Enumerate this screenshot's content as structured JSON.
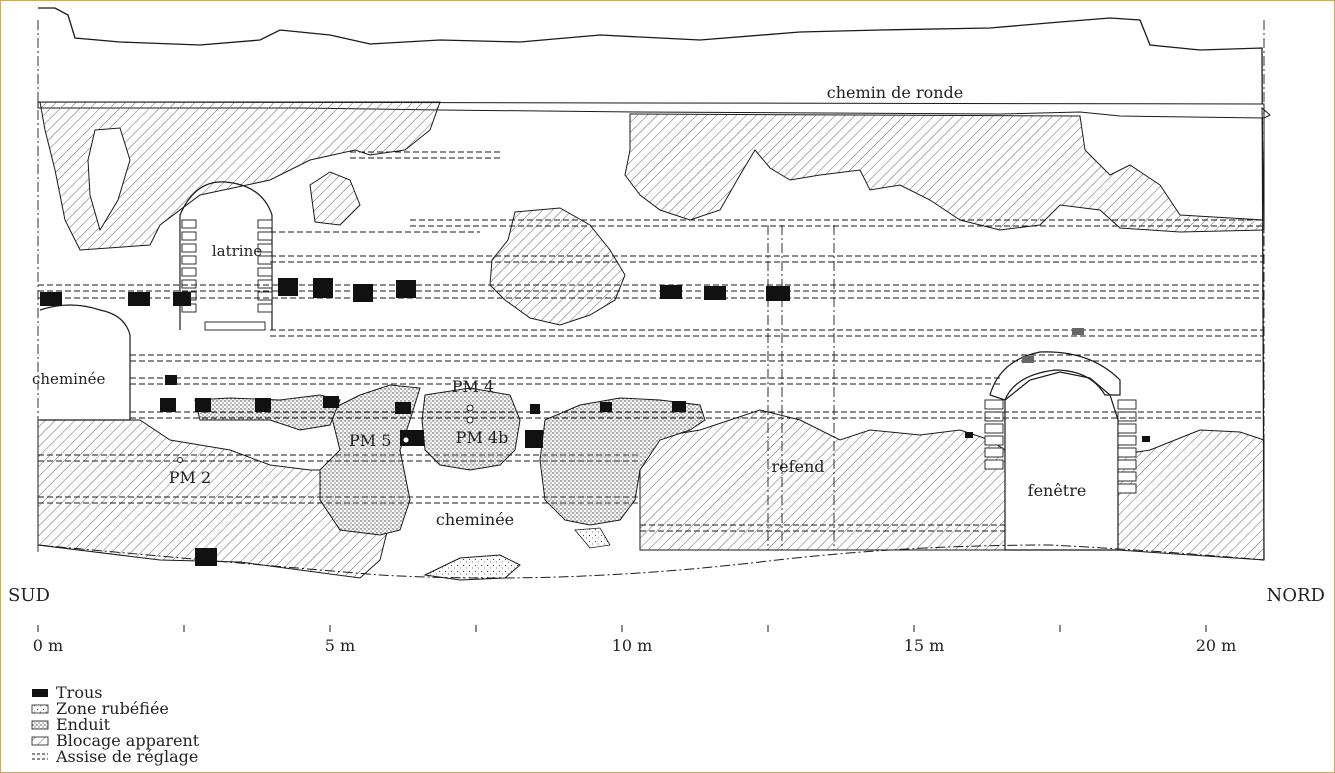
{
  "colors": {
    "frame": "#c9a96b",
    "ink": "#1a1a1a",
    "hatch": "#555555",
    "stipple": "#444444",
    "background": "#ffffff"
  },
  "labels": {
    "chemin_de_ronde": "chemin de ronde",
    "latrine": "latrine",
    "cheminee_left": "cheminée",
    "pm4": "PM 4",
    "pm4b": "PM 4b",
    "pm5": "PM 5",
    "pm2": "PM 2",
    "cheminee_center": "cheminée",
    "refend": "refend",
    "fenetre": "fenêtre"
  },
  "orientation": {
    "left": "SUD",
    "right": "NORD"
  },
  "scale": {
    "ticks": [
      "0 m",
      "5 m",
      "10 m",
      "15 m",
      "20 m"
    ]
  },
  "legend": {
    "items": [
      {
        "label": "Trous",
        "swatch": "solid"
      },
      {
        "label": "Zone rubéfiée",
        "swatch": "dots-light"
      },
      {
        "label": "Enduit",
        "swatch": "dots-dense"
      },
      {
        "label": "Blocage apparent",
        "swatch": "hatch"
      },
      {
        "label": "Assise de réglage",
        "swatch": "dashed"
      }
    ]
  }
}
